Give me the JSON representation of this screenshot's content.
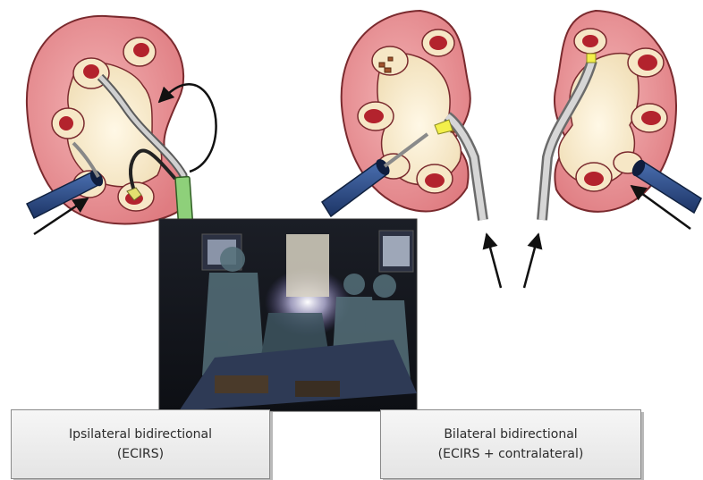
{
  "captions": {
    "left": {
      "line1": "Ipsilateral bidirectional",
      "line2": "(ECIRS)"
    },
    "right": {
      "line1": "Bilateral bidirectional",
      "line2": "(ECIRS + contralateral)"
    }
  },
  "colors": {
    "kidney_cortex": "#e68a8e",
    "kidney_outline": "#7a2a2e",
    "calyx_fill": "#f6e7c6",
    "papilla": "#b3232d",
    "scope_blue": "#27497f",
    "ureteral_sheath_green": "#8ed07a",
    "arrow": "#111111"
  }
}
